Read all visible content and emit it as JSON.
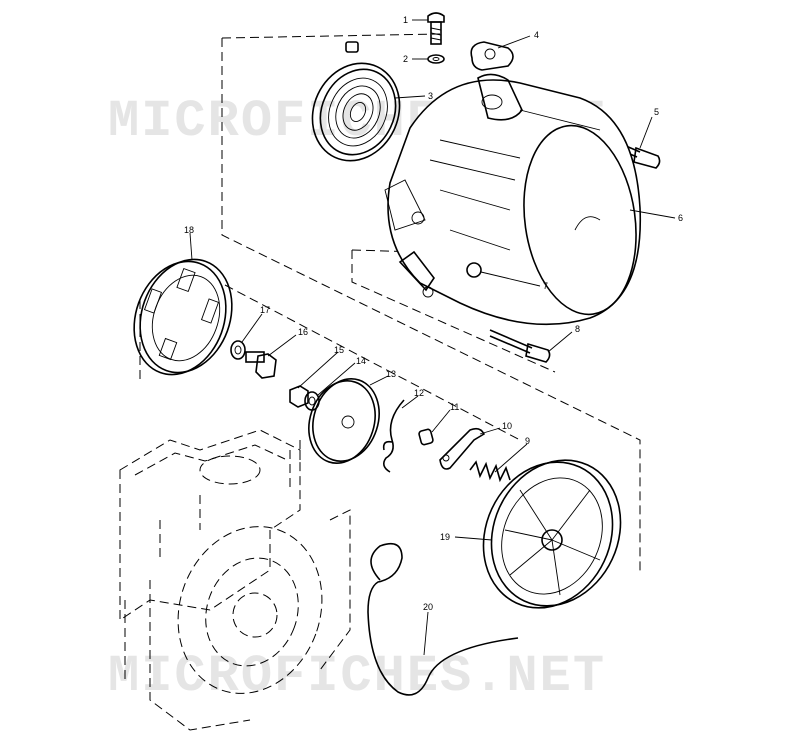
{
  "watermark": {
    "top": "MICROFICHES.NET",
    "bottom": "MICROFICHES.NET"
  },
  "callouts": {
    "c1": "1",
    "c2": "2",
    "c3": "3",
    "c4": "4",
    "c5": "5",
    "c6": "6",
    "c7": "7",
    "c8": "8",
    "c9": "9",
    "c10": "10",
    "c11": "11",
    "c12": "12",
    "c13": "13",
    "c14": "14",
    "c15": "15",
    "c16": "16",
    "c17": "17",
    "c18": "18",
    "c19": "19",
    "c20": "20"
  }
}
